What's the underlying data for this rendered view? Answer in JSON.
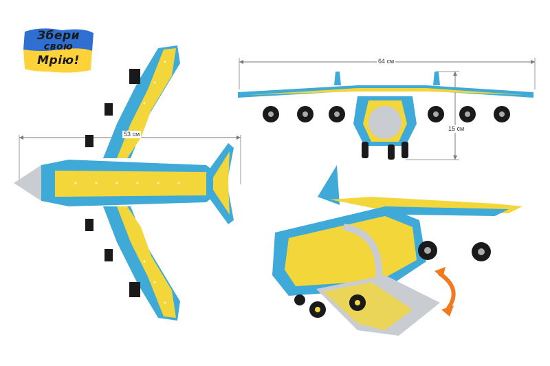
{
  "logo": {
    "line1": "Збери",
    "line2": "свою",
    "line3": "Мрію!"
  },
  "dimensions": {
    "top_length": "53 см",
    "front_wingspan": "64 см",
    "front_height": "15 см"
  },
  "colors": {
    "blue": "#3fa9d8",
    "yellow": "#f3d73a",
    "silver": "#c9ccd0",
    "dark": "#222222",
    "orange": "#f07a1e",
    "ua_blue": "#2f6fd1",
    "ua_yellow": "#ffd23a"
  }
}
